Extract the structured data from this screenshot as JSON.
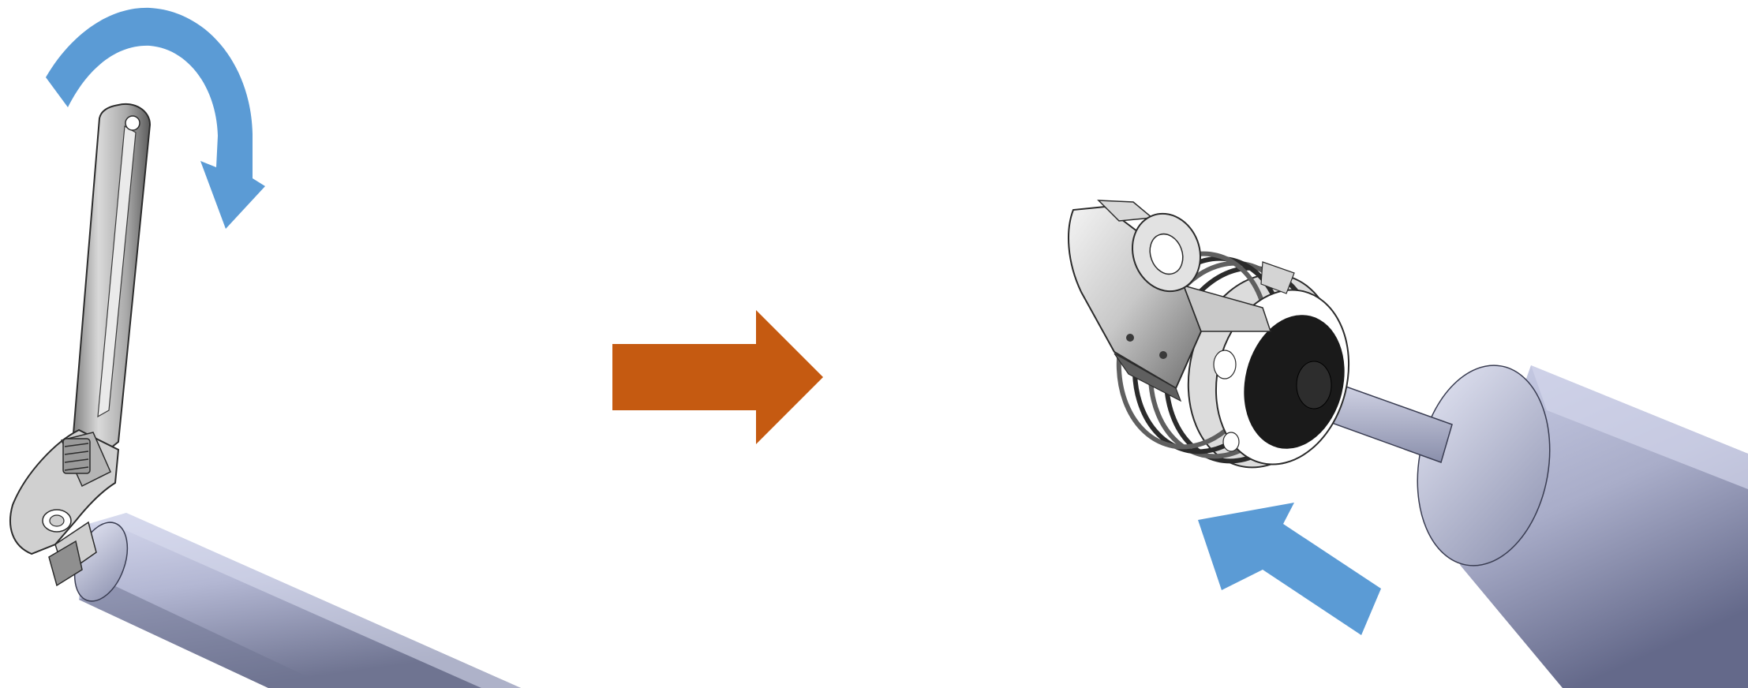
{
  "colors": {
    "background": "#ffffff",
    "rotate_arrow": "#5b9bd5",
    "push_arrow": "#5b9bd5",
    "transition_arrow": "#c55a11",
    "cylinder_light": "#c5c9e3",
    "cylinder_dark": "#6f7491",
    "metal_light": "#eeeeee",
    "metal_mid": "#b9b9b9",
    "metal_dark": "#5f5f5f",
    "rubber": "#1a1a1a",
    "outline": "#2b2b2b"
  },
  "icons": {
    "rotate": "curved-rotate-arrow-icon",
    "transition": "right-arrow-icon",
    "push": "diagonal-push-arrow-icon"
  },
  "panels": [
    {
      "step": "before",
      "parts": [
        "adjustable-wrench",
        "shock-cylinder"
      ]
    },
    {
      "step": "after",
      "parts": [
        "rod-end-fitting",
        "threaded-collar",
        "rubber-bushing",
        "piston-rod",
        "shock-cylinder"
      ]
    }
  ]
}
